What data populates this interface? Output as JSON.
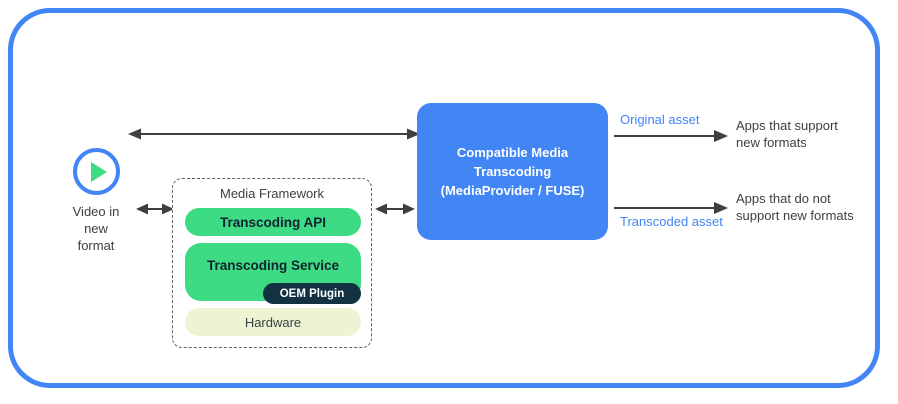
{
  "diagram": {
    "frame": {
      "border_color": "#4285f4"
    },
    "source": {
      "icon": "play-icon",
      "caption": "Video in\nnew\nformat",
      "ring_color": "#4285f4",
      "triangle_color": "#3ddc84"
    },
    "media_framework": {
      "title": "Media Framework",
      "layers": [
        {
          "label": "Transcoding API",
          "color": "#3ddc84"
        },
        {
          "label": "Transcoding Service",
          "color": "#3ddc84"
        },
        {
          "label": "Hardware",
          "color": "#edf4d4"
        }
      ],
      "badge": {
        "label": "OEM Plugin",
        "color": "#123243"
      }
    },
    "transcoder": {
      "label": "Compatible Media\nTranscoding\n(MediaProvider / FUSE)",
      "color": "#4285f4"
    },
    "outputs": [
      {
        "asset_label": "Original asset",
        "target": "Apps that support\nnew formats"
      },
      {
        "asset_label": "Transcoded asset",
        "target": "Apps that do not\nsupport new formats"
      }
    ],
    "arrow_color": "#3c4043"
  }
}
